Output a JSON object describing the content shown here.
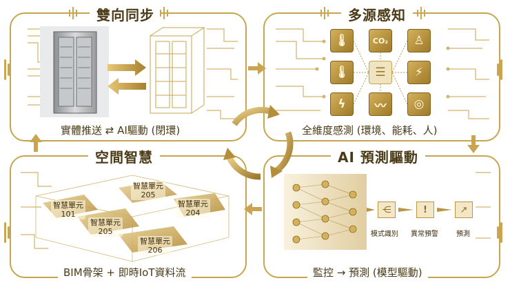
{
  "quadrants": {
    "top_left": {
      "title": "雙向同步",
      "caption": "實體推送 ⇄ AI驅動 (閉環)"
    },
    "top_right": {
      "title": "多源感知",
      "caption": "全維度感測 (環境、能耗、人)",
      "icons": [
        {
          "name": "thermometer-icon",
          "glyph": "🌡"
        },
        {
          "name": "co2-icon",
          "glyph": "CO₂"
        },
        {
          "name": "person-icon",
          "glyph": "♙"
        },
        {
          "name": "thermometer-small-icon",
          "glyph": "🌡"
        },
        {
          "name": "database-icon",
          "glyph": "☰"
        },
        {
          "name": "energy-icon",
          "glyph": "⚡"
        },
        {
          "name": "electric-icon",
          "glyph": "ϟ"
        },
        {
          "name": "pulse-icon",
          "glyph": "〰"
        },
        {
          "name": "target-icon",
          "glyph": "◎"
        }
      ]
    },
    "bottom_left": {
      "title": "空間智慧",
      "caption": "BIM骨架 + 即時IoT資料流",
      "units": [
        {
          "name": "智慧單元",
          "number": "205"
        },
        {
          "name": "智慧單元",
          "number": "101"
        },
        {
          "name": "智慧單元",
          "number": "204"
        },
        {
          "name": "智慧單元",
          "number": "205"
        },
        {
          "name": "智慧單元",
          "number": "206"
        }
      ]
    },
    "bottom_right": {
      "title": "AI 預測驅動",
      "caption": "監控 → 預測 (模型驅動)",
      "steps": [
        {
          "label": "模式識別",
          "icon": "flow-icon",
          "glyph": "⋲"
        },
        {
          "label": "異常預警",
          "icon": "warning-icon",
          "glyph": "!"
        },
        {
          "label": "預測",
          "icon": "trend-up-icon",
          "glyph": "↗"
        }
      ]
    }
  },
  "colors": {
    "gold": "#c7a54d",
    "dark_gold": "#8a6a22",
    "text": "#4a3a16"
  }
}
